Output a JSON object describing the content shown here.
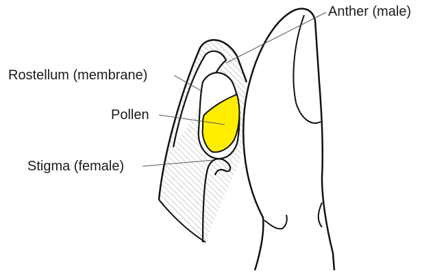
{
  "labels": {
    "anther": "Anther (male)",
    "rostellum": "Rostellum (membrane)",
    "pollen": "Pollen",
    "stigma": "Stigma (female)"
  },
  "colors": {
    "outline": "#111111",
    "pollen_fill": "#ffee00",
    "hatch": "#9a9a9a",
    "leader_line": "#555555",
    "background": "#ffffff"
  }
}
